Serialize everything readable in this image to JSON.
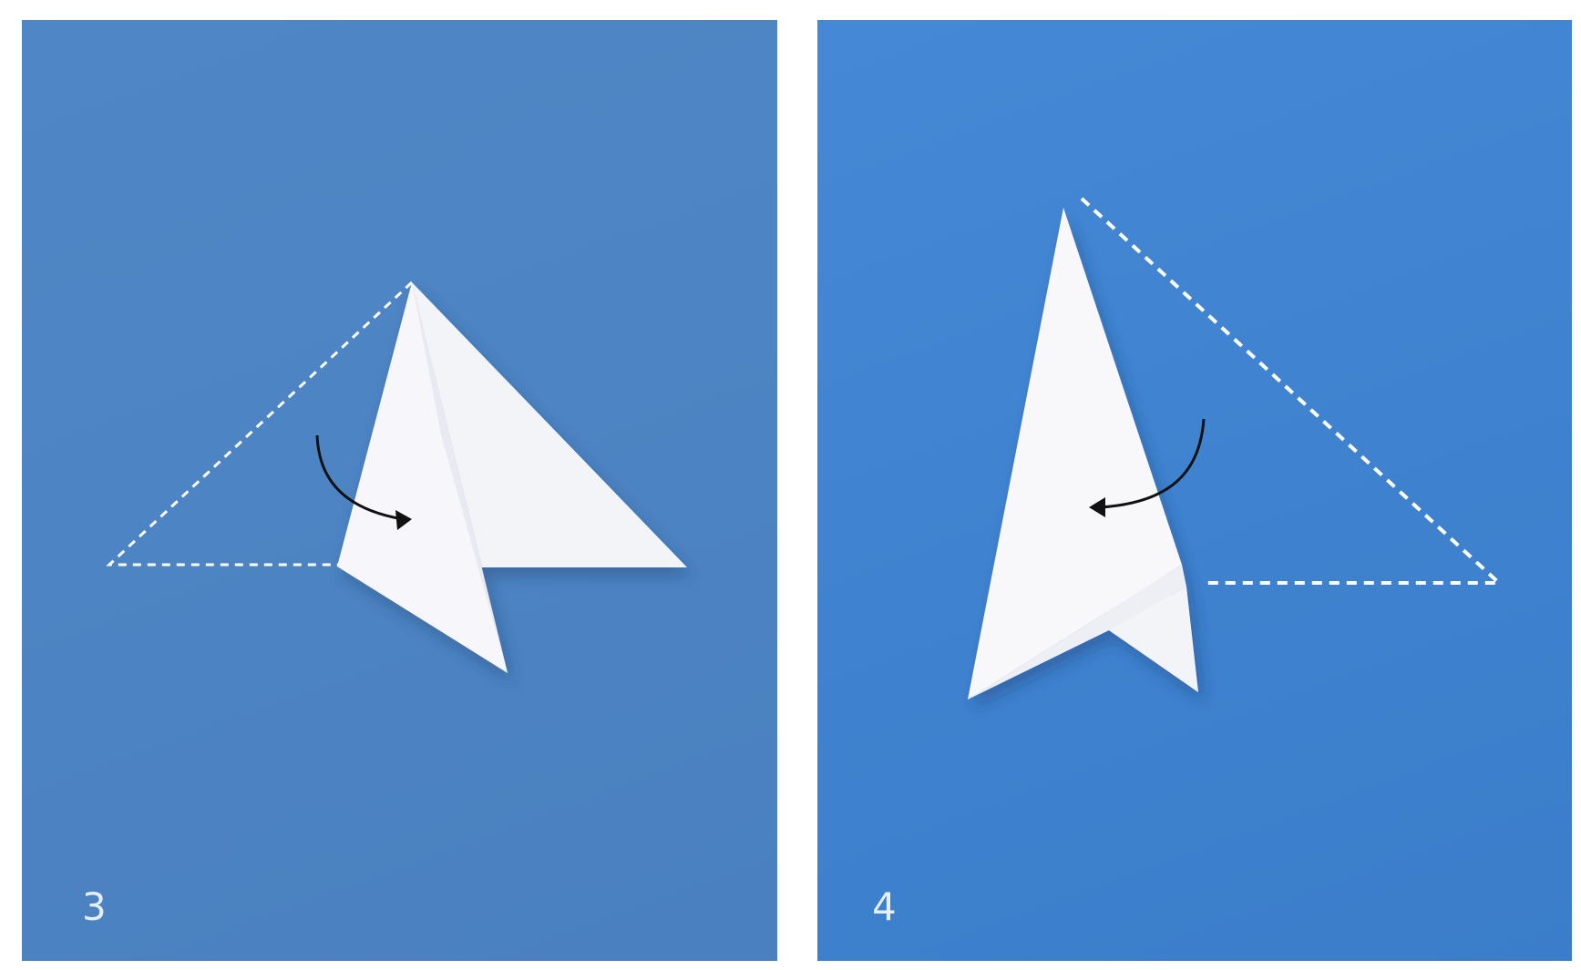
{
  "figure": {
    "background_color": "#ffffff",
    "panels": [
      {
        "step_number": "3",
        "background_color": "#4d84c3",
        "icons": [
          "paper-fold-shape",
          "dashed-fold-guide",
          "curved-fold-arrow-icon"
        ]
      },
      {
        "step_number": "4",
        "background_color": "#3f83d0",
        "icons": [
          "paper-fold-shape",
          "dashed-fold-guide",
          "curved-fold-arrow-icon"
        ]
      }
    ]
  }
}
